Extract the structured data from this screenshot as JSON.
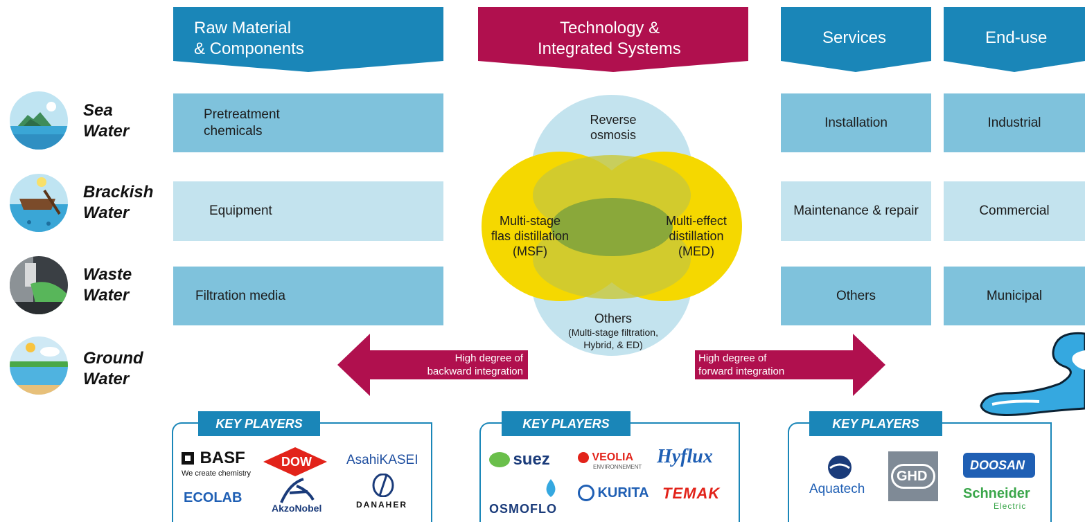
{
  "banners": {
    "raw": [
      "Raw Material",
      "& Components"
    ],
    "tech": [
      "Technology &",
      "Integrated Systems"
    ],
    "services": "Services",
    "enduse": "End-use"
  },
  "sources": [
    {
      "line1": "Sea",
      "line2": "Water"
    },
    {
      "line1": "Brackish",
      "line2": "Water"
    },
    {
      "line1": "Waste",
      "line2": "Water"
    },
    {
      "line1": "Ground",
      "line2": "Water"
    }
  ],
  "raw_items": [
    [
      "Pretreatment",
      "chemicals"
    ],
    "Equipment",
    "Filtration media"
  ],
  "services_items": [
    "Installation",
    "Maintenance & repair",
    "Others"
  ],
  "enduse_items": [
    "Industrial",
    "Commercial",
    "Municipal"
  ],
  "venn": {
    "top": [
      "Reverse",
      "osmosis"
    ],
    "left": [
      "Multi-stage",
      "flas distillation",
      "(MSF)"
    ],
    "right": [
      "Multi-effect",
      "distillation",
      "(MED)"
    ],
    "bottom": [
      "Others"
    ],
    "bottom_sub": [
      "(Multi-stage filtration,",
      "Hybrid, & ED)"
    ]
  },
  "arrows": {
    "backward": [
      "High degree of",
      "backward integration"
    ],
    "forward": [
      "High degree of",
      "forward integration"
    ]
  },
  "key_players_label": "KEY PLAYERS",
  "logos": {
    "raw": {
      "basf": "BASF",
      "basf_tag": "We create chemistry",
      "dow": "DOW",
      "asahi": "AsahiKASEI",
      "ecolab": "ECOLAB",
      "akzo": "AkzoNobel",
      "danaher": "DANAHER"
    },
    "tech": {
      "suez": "suez",
      "veolia": "VEOLIA",
      "veolia_sub": "ENVIRONNEMENT",
      "hyflux": "Hyflux",
      "osmoflo": "OSMOFLO",
      "kurita": "KURITA",
      "temak": "TEMAK"
    },
    "services": {
      "aquatech": "Aquatech",
      "ghd": "GHD",
      "doosan": "DOOSAN",
      "schneider": "Schneider",
      "schneider_sub": "Electric"
    }
  },
  "colors": {
    "blue": "#1a86b8",
    "crimson": "#b0104e",
    "box_dark": "#7fc2dc",
    "box_light": "#c3e3ee",
    "yellow": "#f5d800",
    "green": "#8aa83a"
  }
}
